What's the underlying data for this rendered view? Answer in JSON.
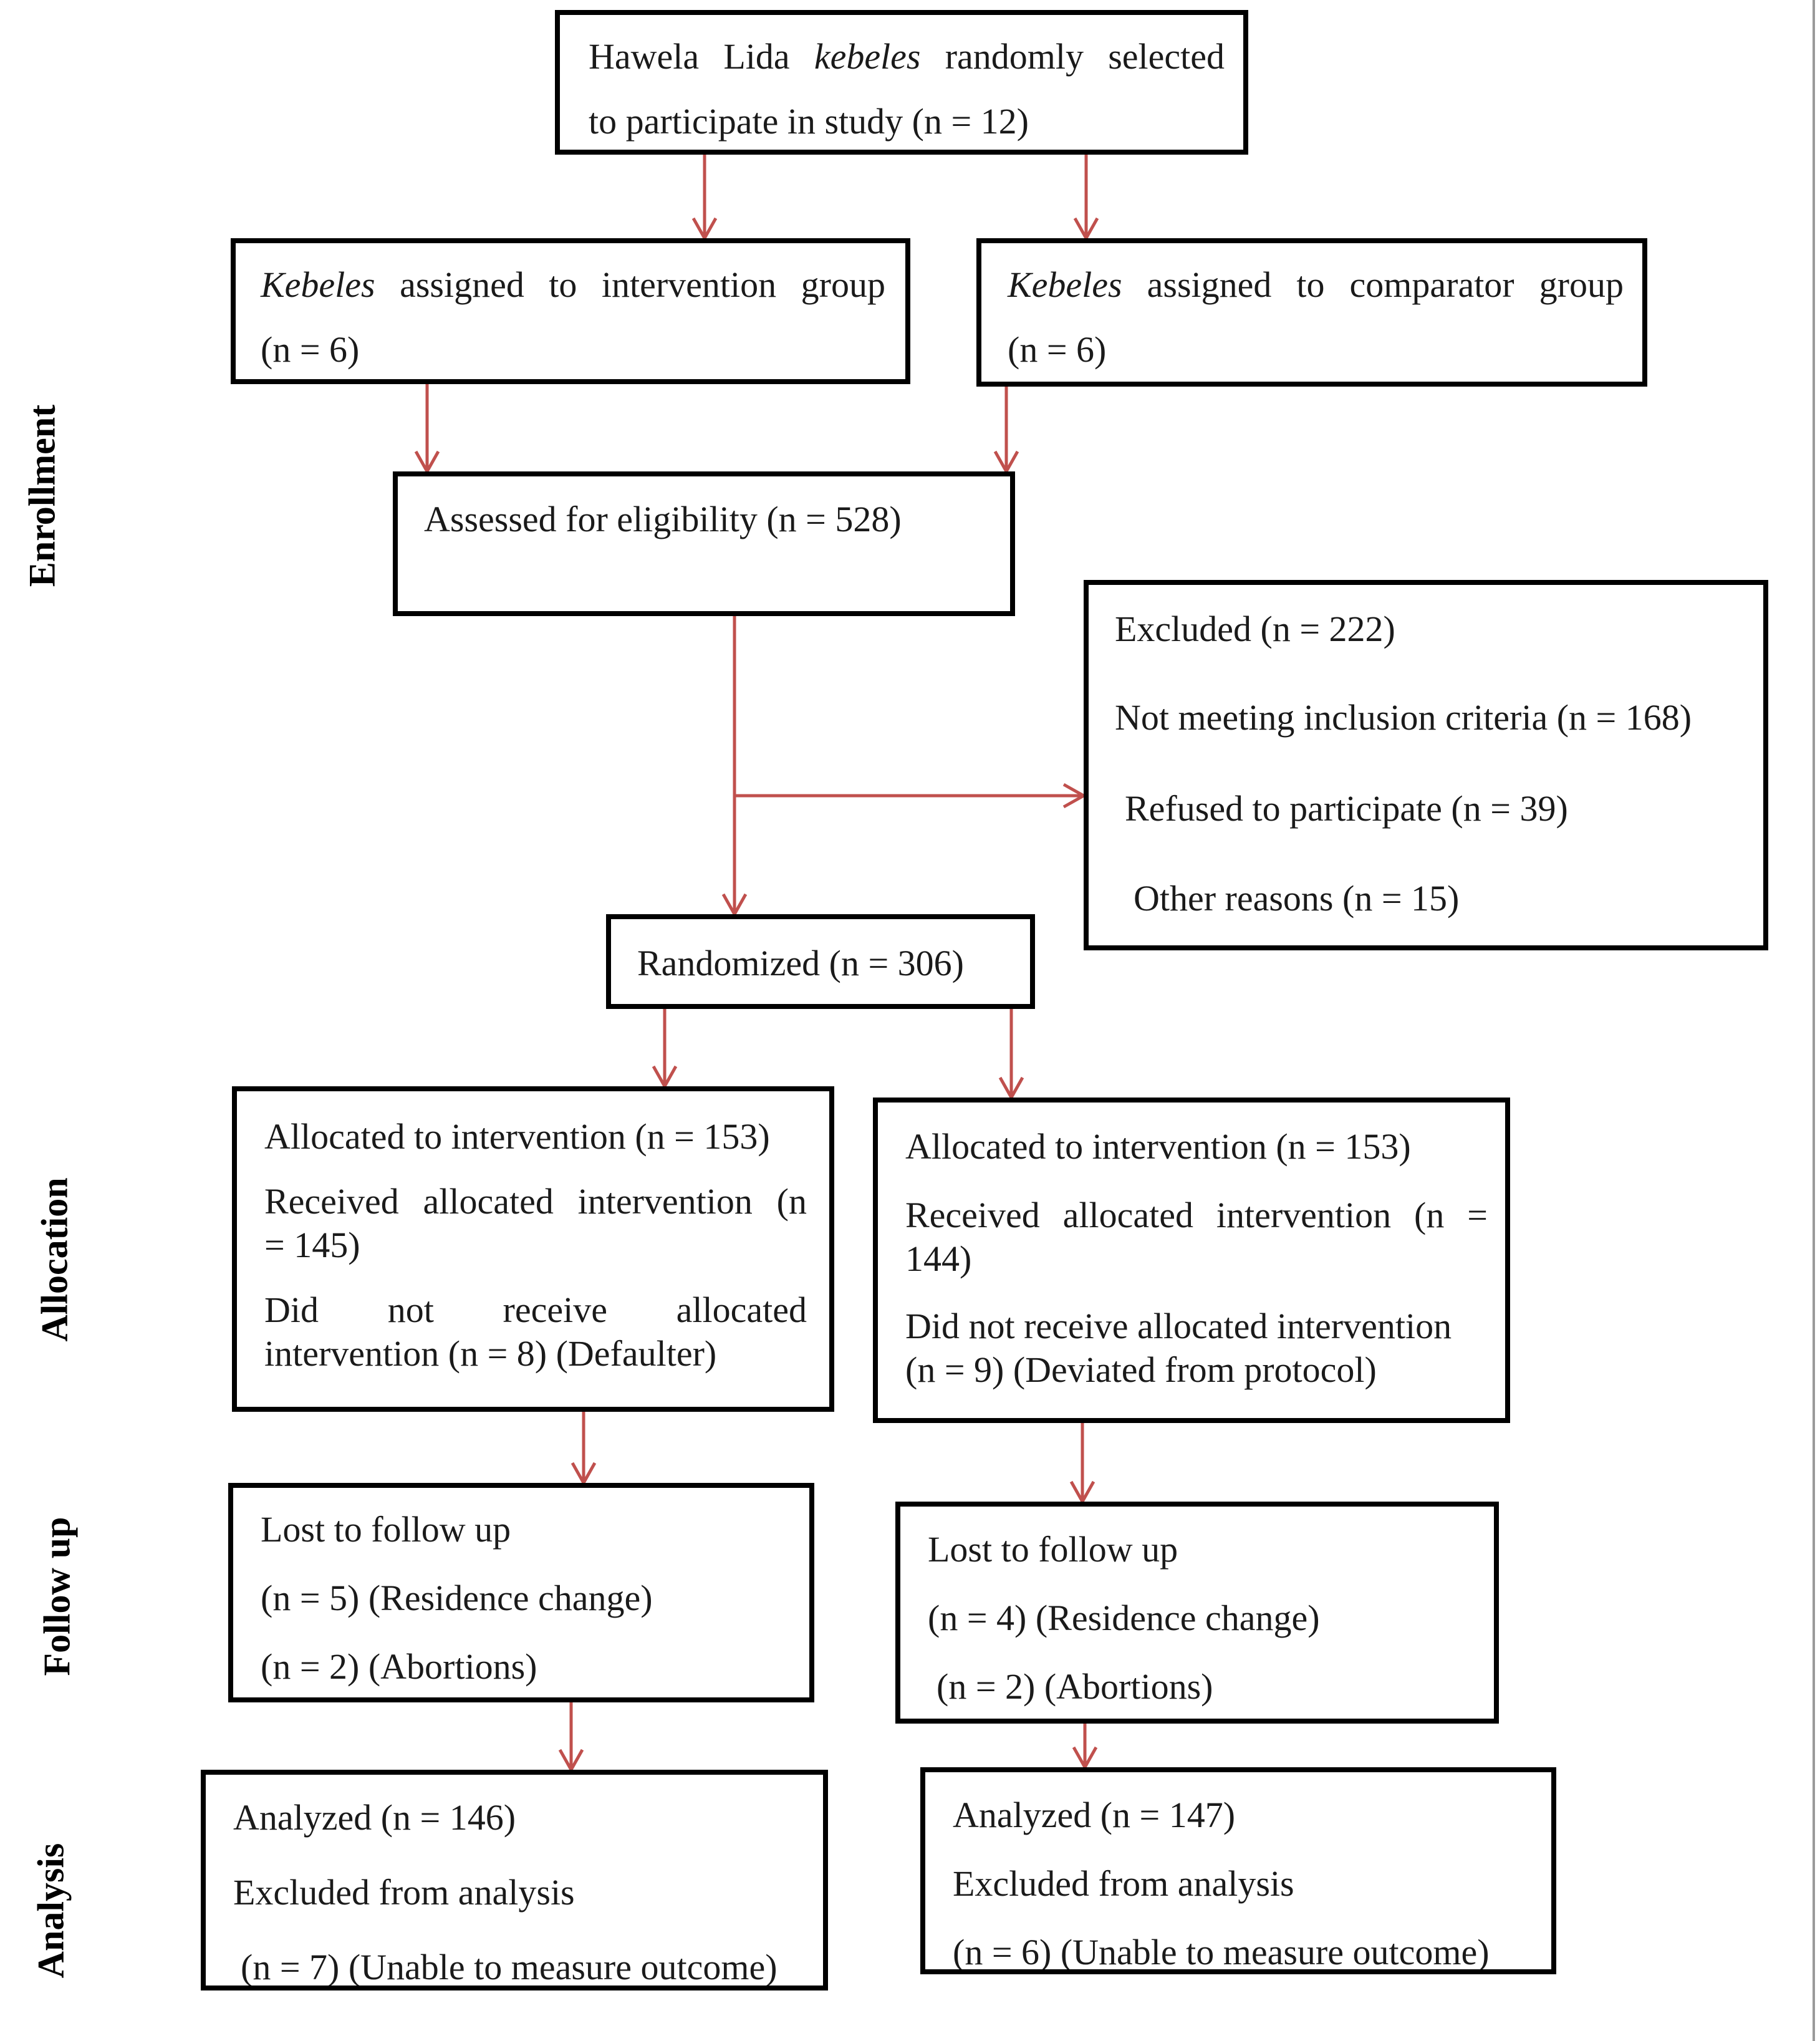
{
  "phases": {
    "enrollment": "Enrollment",
    "allocation": "Allocation",
    "follow_up": "Follow up",
    "analysis": "Analysis"
  },
  "top": {
    "word1": "Hawela",
    "word2": "Lida",
    "word3_italic": "kebeles",
    "word4": "randomly",
    "word5": "selected",
    "line2": "to participate in study (n = 12)"
  },
  "intervention_group": {
    "word1_italic": "Kebeles",
    "word2": "assigned",
    "word3": "to",
    "word4": "intervention",
    "word5": "group",
    "line2": "(n = 6)"
  },
  "comparator_group": {
    "word1_italic": "Kebeles",
    "word2": "assigned",
    "word3": "to",
    "word4": "comparator",
    "word5": "group",
    "line2": "(n = 6)"
  },
  "eligibility": {
    "line1": "Assessed for eligibility (n = 528)"
  },
  "excluded": {
    "line1": "Excluded (n = 222)",
    "line2": "Not meeting inclusion criteria (n = 168)",
    "line3": "Refused to participate (n = 39)",
    "line4": "Other reasons (n = 15)"
  },
  "randomized": {
    "line1": "Randomized (n = 306)"
  },
  "allocation_left": {
    "line1": "Allocated to intervention (n = 153)",
    "line2_words": [
      "Received",
      "allocated",
      "intervention",
      "(n"
    ],
    "line3": "= 145)",
    "line4_words": [
      "Did",
      "not",
      "receive",
      "allocated"
    ],
    "line5": "intervention (n = 8) (Defaulter)"
  },
  "allocation_right": {
    "line1": "Allocated to intervention (n = 153)",
    "line2_words": [
      "Received",
      "allocated",
      "intervention",
      "(n",
      "="
    ],
    "line3": "144)",
    "line4": "Did not receive allocated intervention",
    "line5": "(n = 9) (Deviated from protocol)"
  },
  "followup_left": {
    "line1": "Lost to follow up",
    "line2": "(n = 5) (Residence change)",
    "line3": "(n = 2) (Abortions)"
  },
  "followup_right": {
    "line1": "Lost to follow up",
    "line2": "(n = 4) (Residence change)",
    "line3": "(n = 2) (Abortions)"
  },
  "analysis_left": {
    "line1": "Analyzed (n = 146)",
    "line2": "Excluded from analysis",
    "line3": "(n = 7) (Unable to measure outcome)"
  },
  "analysis_right": {
    "line1": "Analyzed (n = 147)",
    "line2": "Excluded from analysis",
    "line3": "(n = 6) (Unable to measure outcome)"
  },
  "colors": {
    "arrow": "#c0504d",
    "box_border": "#000000",
    "text": "#1a1a1a"
  }
}
